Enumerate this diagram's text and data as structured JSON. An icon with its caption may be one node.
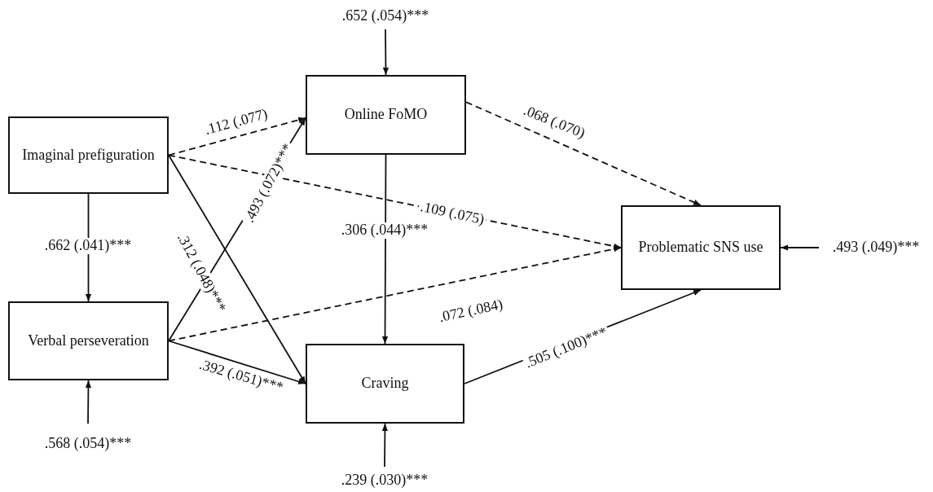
{
  "diagram": {
    "nodes": [
      {
        "text": [
          "Imaginal prefiguration"
        ]
      },
      {
        "text": [
          "Verbal perseveration"
        ]
      },
      {
        "text": [
          "Online FoMO"
        ]
      },
      {
        "text": [
          "Craving"
        ]
      },
      {
        "text": [
          "Problematic SNS use"
        ]
      }
    ],
    "edges": [
      {
        "from": 0,
        "to": 2,
        "arrow": "to",
        "label": ".112 (.077)",
        "style": "dashed"
      },
      {
        "from": 0,
        "to": 4,
        "arrow": "to",
        "label": ".109 (.075)",
        "style": "dashed"
      },
      {
        "from": 0,
        "to": 3,
        "arrow": "to",
        "label": ".312 (.048)***"
      },
      {
        "from": 0,
        "to": 1,
        "arrow": "to",
        "label": ".662 (.041)***"
      },
      {
        "from": 1,
        "to": 2,
        "arrow": "to",
        "label": ".493 (.072)***"
      },
      {
        "from": 1,
        "to": 4,
        "arrow": "to",
        "label": ".072 (.084)",
        "style": "dashed"
      },
      {
        "from": 1,
        "to": 3,
        "arrow": "to",
        "label": ".392 (.051)***"
      },
      {
        "from": 2,
        "to": 3,
        "arrow": "to",
        "label": ".306 (.044)***"
      },
      {
        "from": 2,
        "to": 4,
        "arrow": "to",
        "label": ".068 (.070)",
        "style": "dashed"
      },
      {
        "from": 3,
        "to": 4,
        "arrow": "to",
        "label": ".505 (.100)***"
      },
      {
        "from": null,
        "to": 2,
        "arrow": "to",
        "label": ".652 (.054)***"
      },
      {
        "from": null,
        "to": 1,
        "arrow": "to",
        "label": ".568 (.054)***"
      },
      {
        "from": null,
        "to": 3,
        "arrow": "to",
        "label": ".239 (.030)***"
      },
      {
        "from": null,
        "to": 4,
        "arrow": "to",
        "label": ".493 (.049)***"
      }
    ]
  }
}
